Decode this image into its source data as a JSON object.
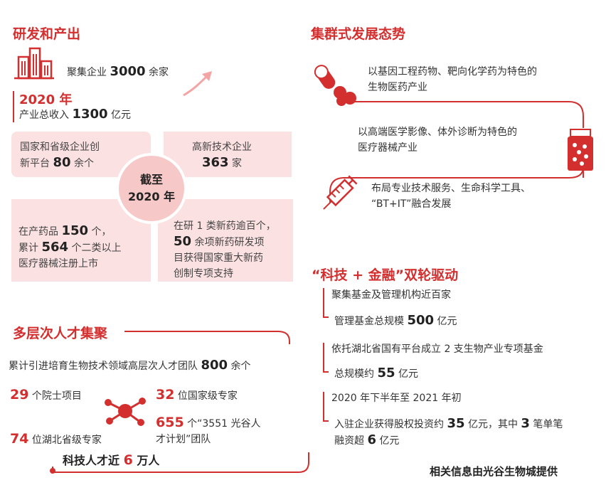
{
  "rd": {
    "title": "研发和产出",
    "enterprises": {
      "pre": "聚集企业 ",
      "num": "3000",
      "post": " 余家"
    },
    "year_heading": "2020 年",
    "revenue": {
      "pre": "产业总收入 ",
      "num": "1300",
      "post": " 亿元"
    },
    "center": {
      "line1": "截至",
      "line2": "2020 年"
    },
    "box_tl": {
      "line1": "国家和省级企业创",
      "pre": "新平台 ",
      "num": "80",
      "post": " 余个"
    },
    "box_tr": {
      "line1": "高新技术企业",
      "num": "363",
      "post": " 家"
    },
    "box_bl": {
      "pre1": "在产药品 ",
      "num1": "150",
      "post1": " 个，",
      "pre2": "累计 ",
      "num2": "564",
      "post2": " 个二类以上",
      "line3": "医疗器械注册上市"
    },
    "box_br": {
      "line1": "在研 1 类新药逾百个，",
      "num": "50",
      "post": " 余项新药研发项",
      "line3": "目获得国家重大新药",
      "line4": "创制专项支持"
    }
  },
  "cluster": {
    "title": "集群式发展态势",
    "item1": {
      "line1": "以基因工程药物、靶向化学药为特色的",
      "line2": "生物医药产业"
    },
    "item2": {
      "line1": "以高端医学影像、体外诊断为特色的",
      "line2": "医疗器械产业"
    },
    "item3": {
      "line1": "布局专业技术服务、生命科学工具、",
      "line2": "“BT+IT”融合发展"
    }
  },
  "talent": {
    "title": "多层次人才集聚",
    "teams": {
      "pre": "累计引进培育生物技术领域高层次人才团队 ",
      "num": "800",
      "post": " 余个"
    },
    "academicians": {
      "num": "29",
      "post": " 个院士项目"
    },
    "national": {
      "num": "32",
      "post": " 位国家级专家"
    },
    "provincial": {
      "num": "74",
      "post": " 位湖北省级专家"
    },
    "optics": {
      "num": "655",
      "post1": " 个“3551 光谷人",
      "line2": "才计划”团队"
    },
    "total": {
      "pre": "科技人才近 ",
      "num": "6",
      "post": " 万人"
    }
  },
  "finance": {
    "title": "“科技 + 金融”双轮驱动",
    "f1": "聚集基金及管理机构近百家",
    "f2": {
      "pre": "管理基金总规模 ",
      "num": "500",
      "post": " 亿元"
    },
    "f3": "依托湖北省国有平台成立 2 支生物产业专项基金",
    "f4": {
      "pre": "总规模约 ",
      "num": "55",
      "post": " 亿元"
    },
    "f5": "2020 年下半年至 2021 年初",
    "f6": {
      "pre": "入驻企业获得股权投资约 ",
      "num1": "35",
      "mid": " 亿元，其中 ",
      "num2": "3",
      "post": " 笔单笔",
      "line2pre": "融资超 ",
      "num3": "6",
      "line2post": " 亿元"
    }
  },
  "credit": "相关信息由光谷生物城提供",
  "colors": {
    "accent": "#d32f2f",
    "pink": "#fbe1e1",
    "circle": "#f7c8c8"
  },
  "icons": [
    "buildings-icon",
    "arrow-up-right-icon",
    "capsule-icon",
    "pills-icon",
    "pill-bottle-icon",
    "syringe-icon",
    "network-nodes-icon"
  ]
}
